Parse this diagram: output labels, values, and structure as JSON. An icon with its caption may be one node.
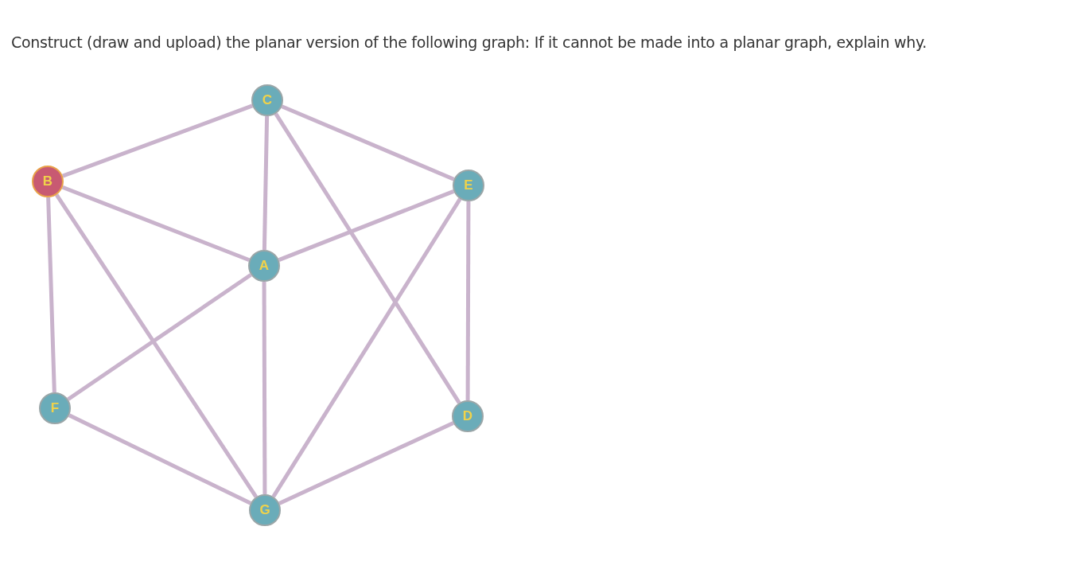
{
  "diagram": {
    "title": "Construct (draw and upload) the planar version of the following graph: If it cannot be made into a planar graph, explain why.",
    "nodes": [
      {
        "text": [
          "C"
        ]
      },
      {
        "text": [
          "B"
        ]
      },
      {
        "text": [
          "E"
        ]
      },
      {
        "text": [
          "A"
        ]
      },
      {
        "text": [
          "F"
        ]
      },
      {
        "text": [
          "D"
        ]
      },
      {
        "text": [
          "G"
        ]
      }
    ],
    "edges": [
      {
        "from": 1,
        "to": 0,
        "arrow": "none"
      },
      {
        "from": 0,
        "to": 2,
        "arrow": "none"
      },
      {
        "from": 0,
        "to": 3,
        "arrow": "none"
      },
      {
        "from": 0,
        "to": 5,
        "arrow": "none"
      },
      {
        "from": 1,
        "to": 3,
        "arrow": "none"
      },
      {
        "from": 3,
        "to": 2,
        "arrow": "none"
      },
      {
        "from": 1,
        "to": 4,
        "arrow": "none"
      },
      {
        "from": 1,
        "to": 6,
        "arrow": "none"
      },
      {
        "from": 3,
        "to": 4,
        "arrow": "none"
      },
      {
        "from": 3,
        "to": 6,
        "arrow": "none"
      },
      {
        "from": 2,
        "to": 6,
        "arrow": "none"
      },
      {
        "from": 2,
        "to": 5,
        "arrow": "none"
      },
      {
        "from": 4,
        "to": 6,
        "arrow": "none"
      },
      {
        "from": 6,
        "to": 5,
        "arrow": "none"
      }
    ]
  }
}
